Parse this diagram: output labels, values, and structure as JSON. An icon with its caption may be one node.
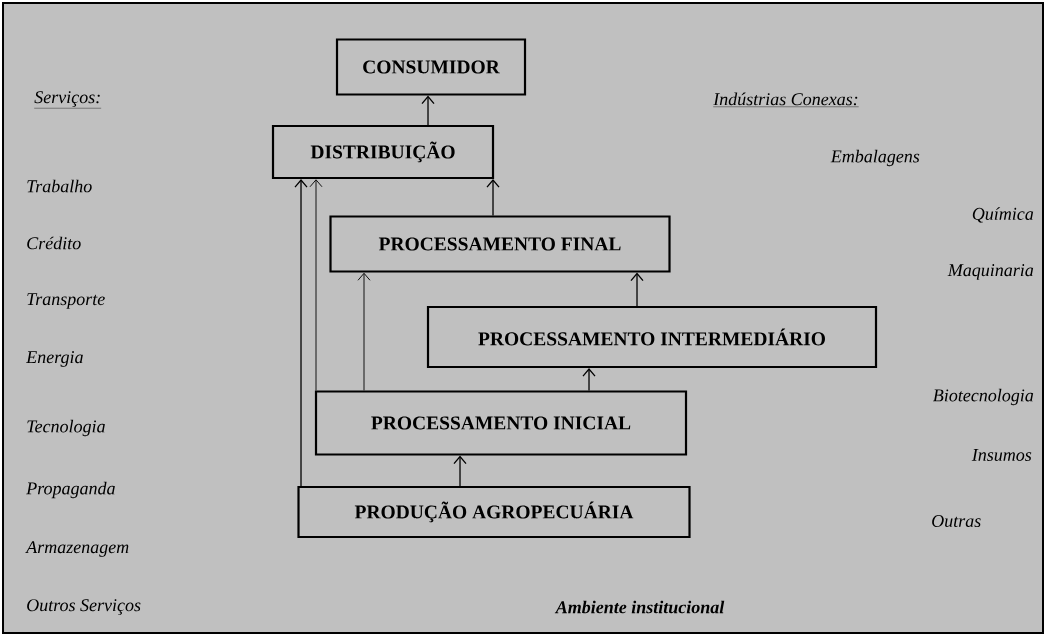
{
  "diagram": {
    "nodes": [
      {
        "text": [
          "CONSUMIDOR"
        ]
      },
      {
        "text": [
          "DISTRIBUIÇÃO"
        ]
      },
      {
        "text": [
          "PROCESSAMENTO FINAL"
        ]
      },
      {
        "text": [
          "PROCESSAMENTO INTERMEDIÁRIO"
        ]
      },
      {
        "text": [
          "PROCESSAMENTO INICIAL"
        ]
      },
      {
        "text": [
          "PRODUÇÃO AGROPECUÁRIA"
        ]
      }
    ],
    "edges": [
      {
        "from": 1,
        "to": 0,
        "arrow": "to"
      },
      {
        "from": 2,
        "to": 1,
        "arrow": "to"
      },
      {
        "from": 3,
        "to": 2,
        "arrow": "to"
      },
      {
        "from": 4,
        "to": 3,
        "arrow": "to"
      },
      {
        "from": 5,
        "to": 4,
        "arrow": "to"
      },
      {
        "from": 4,
        "to": 2,
        "arrow": "to"
      },
      {
        "from": 4,
        "to": 1,
        "arrow": "to"
      },
      {
        "from": 5,
        "to": 1,
        "arrow": "to"
      }
    ],
    "labels": [
      "Serviços:",
      "Trabalho",
      "Crédito",
      "Transporte",
      "Energia",
      "Tecnologia",
      "Propaganda",
      "Armazenagem",
      "Outros Serviços",
      "Indústrias Conexas:",
      "Embalagens",
      "Química",
      "Maquinaria",
      "Biotecnologia",
      "Insumos",
      "Outras",
      "Ambiente institucional"
    ]
  }
}
